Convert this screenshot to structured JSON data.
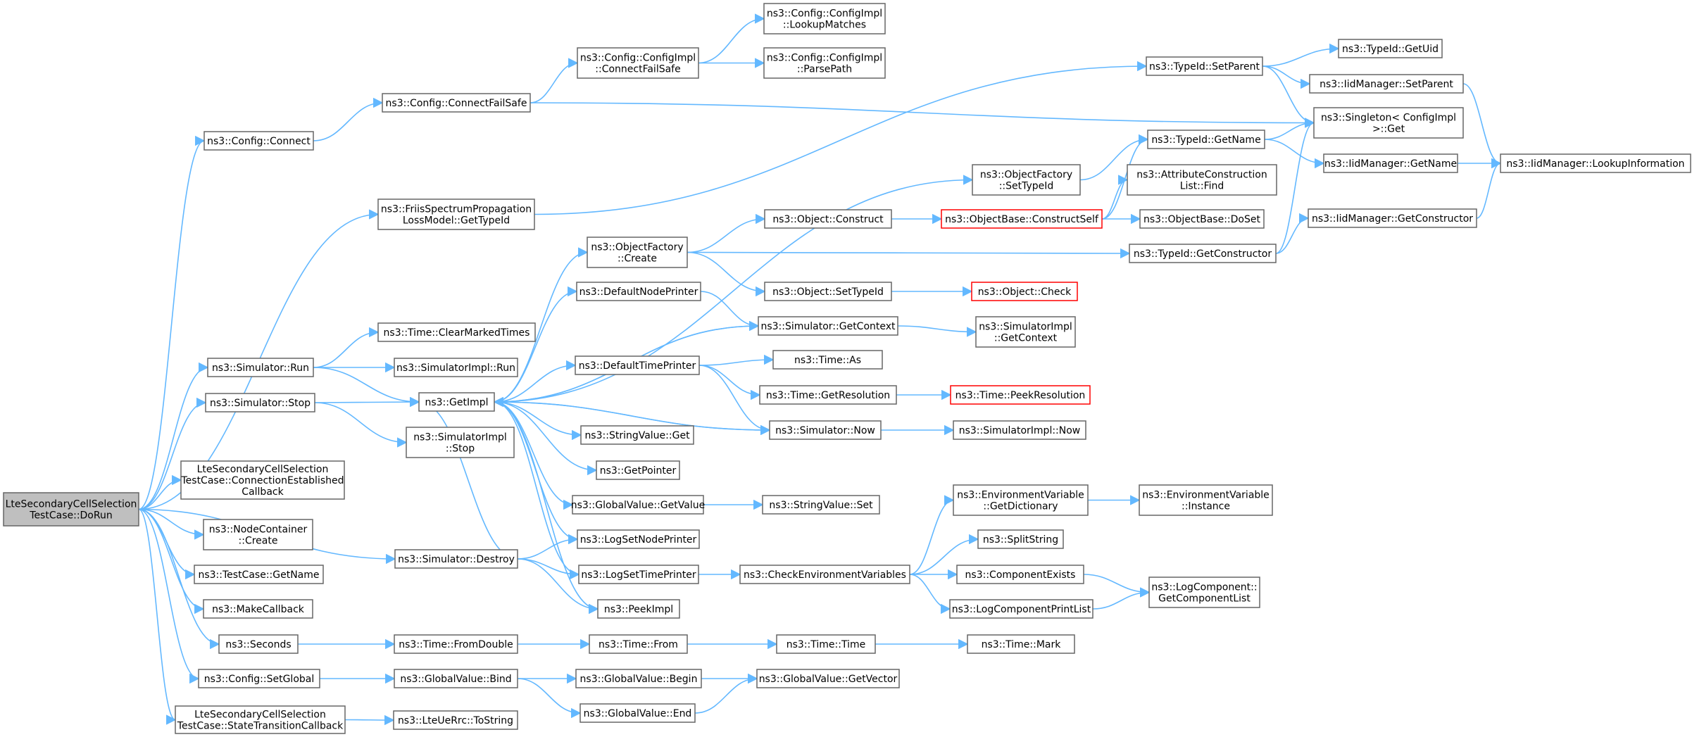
{
  "diagram": {
    "type": "call-graph",
    "colors": {
      "edge": "#63b8ff",
      "node_border": "#666666",
      "highlight_border": "#ff0000",
      "root_fill": "#bfbfbf"
    },
    "nodes": [
      {
        "id": "root",
        "lines": [
          "LteSecondaryCellSelection",
          "TestCase::DoRun"
        ],
        "style": "root"
      },
      {
        "id": "cfg_connect",
        "lines": [
          "ns3::Config::Connect"
        ]
      },
      {
        "id": "cfg_connectfailsafe",
        "lines": [
          "ns3::Config::ConnectFailSafe"
        ]
      },
      {
        "id": "impl_connectfailsafe",
        "lines": [
          "ns3::Config::ConfigImpl",
          "::ConnectFailSafe"
        ]
      },
      {
        "id": "impl_lookup",
        "lines": [
          "ns3::Config::ConfigImpl",
          "::LookupMatches"
        ]
      },
      {
        "id": "impl_parsepath",
        "lines": [
          "ns3::Config::ConfigImpl",
          "::ParsePath"
        ]
      },
      {
        "id": "friis",
        "lines": [
          "ns3::FriisSpectrumPropagation",
          "LossModel::GetTypeId"
        ]
      },
      {
        "id": "typeid_setparent",
        "lines": [
          "ns3::TypeId::SetParent"
        ]
      },
      {
        "id": "typeid_getuid",
        "lines": [
          "ns3::TypeId::GetUid"
        ]
      },
      {
        "id": "iid_setparent",
        "lines": [
          "ns3::IidManager::SetParent"
        ]
      },
      {
        "id": "singleton_get",
        "lines": [
          "ns3::Singleton< ConfigImpl",
          ">::Get"
        ]
      },
      {
        "id": "typeid_getname",
        "lines": [
          "ns3::TypeId::GetName"
        ]
      },
      {
        "id": "iid_getname",
        "lines": [
          "ns3::IidManager::GetName"
        ]
      },
      {
        "id": "iid_lookupinfo",
        "lines": [
          "ns3::IidManager::LookupInformation"
        ]
      },
      {
        "id": "objfactory_settypeid",
        "lines": [
          "ns3::ObjectFactory",
          "::SetTypeId"
        ]
      },
      {
        "id": "attr_construction_find",
        "lines": [
          "ns3::AttributeConstruction",
          "List::Find"
        ]
      },
      {
        "id": "object_construct",
        "lines": [
          "ns3::Object::Construct"
        ]
      },
      {
        "id": "objbase_constructself",
        "lines": [
          "ns3::ObjectBase::ConstructSelf"
        ],
        "style": "red"
      },
      {
        "id": "objbase_doset",
        "lines": [
          "ns3::ObjectBase::DoSet"
        ]
      },
      {
        "id": "iid_getconstructor",
        "lines": [
          "ns3::IidManager::GetConstructor"
        ]
      },
      {
        "id": "objfactory_create",
        "lines": [
          "ns3::ObjectFactory",
          "::Create"
        ]
      },
      {
        "id": "typeid_getconstructor",
        "lines": [
          "ns3::TypeId::GetConstructor"
        ]
      },
      {
        "id": "defaultnodeprinter",
        "lines": [
          "ns3::DefaultNodePrinter"
        ]
      },
      {
        "id": "object_settypeid",
        "lines": [
          "ns3::Object::SetTypeId"
        ]
      },
      {
        "id": "object_check",
        "lines": [
          "ns3::Object::Check"
        ],
        "style": "red"
      },
      {
        "id": "time_clearmarked",
        "lines": [
          "ns3::Time::ClearMarkedTimes"
        ]
      },
      {
        "id": "sim_getcontext",
        "lines": [
          "ns3::Simulator::GetContext"
        ]
      },
      {
        "id": "simimpl_getcontext",
        "lines": [
          "ns3::SimulatorImpl",
          "::GetContext"
        ]
      },
      {
        "id": "sim_run",
        "lines": [
          "ns3::Simulator::Run"
        ]
      },
      {
        "id": "simimpl_run",
        "lines": [
          "ns3::SimulatorImpl::Run"
        ]
      },
      {
        "id": "defaulttimeprinter",
        "lines": [
          "ns3::DefaultTimePrinter"
        ]
      },
      {
        "id": "time_as",
        "lines": [
          "ns3::Time::As"
        ]
      },
      {
        "id": "sim_stop",
        "lines": [
          "ns3::Simulator::Stop"
        ]
      },
      {
        "id": "getimpl",
        "lines": [
          "ns3::GetImpl"
        ]
      },
      {
        "id": "time_getresolution",
        "lines": [
          "ns3::Time::GetResolution"
        ]
      },
      {
        "id": "time_peekresolution",
        "lines": [
          "ns3::Time::PeekResolution"
        ],
        "style": "red"
      },
      {
        "id": "simimpl_stop",
        "lines": [
          "ns3::SimulatorImpl",
          "::Stop"
        ]
      },
      {
        "id": "sim_now",
        "lines": [
          "ns3::Simulator::Now"
        ]
      },
      {
        "id": "simimpl_now",
        "lines": [
          "ns3::SimulatorImpl::Now"
        ]
      },
      {
        "id": "stringvalue_get",
        "lines": [
          "ns3::StringValue::Get"
        ]
      },
      {
        "id": "getpointer",
        "lines": [
          "ns3::GetPointer"
        ]
      },
      {
        "id": "conn_established",
        "lines": [
          "LteSecondaryCellSelection",
          "TestCase::ConnectionEstablished",
          "Callback"
        ]
      },
      {
        "id": "envvar_getdict",
        "lines": [
          "ns3::EnvironmentVariable",
          "::GetDictionary"
        ]
      },
      {
        "id": "envvar_instance",
        "lines": [
          "ns3::EnvironmentVariable",
          "::Instance"
        ]
      },
      {
        "id": "globalvalue_getvalue",
        "lines": [
          "ns3::GlobalValue::GetValue"
        ]
      },
      {
        "id": "stringvalue_set",
        "lines": [
          "ns3::StringValue::Set"
        ]
      },
      {
        "id": "nodecontainer_create",
        "lines": [
          "ns3::NodeContainer",
          "::Create"
        ]
      },
      {
        "id": "splitstring",
        "lines": [
          "ns3::SplitString"
        ]
      },
      {
        "id": "logsetnodeprinter",
        "lines": [
          "ns3::LogSetNodePrinter"
        ]
      },
      {
        "id": "sim_destroy",
        "lines": [
          "ns3::Simulator::Destroy"
        ]
      },
      {
        "id": "testcase_getname",
        "lines": [
          "ns3::TestCase::GetName"
        ]
      },
      {
        "id": "logsettimeprinter",
        "lines": [
          "ns3::LogSetTimePrinter"
        ]
      },
      {
        "id": "checkenvvars",
        "lines": [
          "ns3::CheckEnvironmentVariables"
        ]
      },
      {
        "id": "componentexists",
        "lines": [
          "ns3::ComponentExists"
        ]
      },
      {
        "id": "logcomp_getlist",
        "lines": [
          "ns3::LogComponent::",
          "GetComponentList"
        ]
      },
      {
        "id": "makecallback",
        "lines": [
          "ns3::MakeCallback"
        ]
      },
      {
        "id": "peekimpl",
        "lines": [
          "ns3::PeekImpl"
        ]
      },
      {
        "id": "logcompprintlist",
        "lines": [
          "ns3::LogComponentPrintList"
        ]
      },
      {
        "id": "seconds",
        "lines": [
          "ns3::Seconds"
        ]
      },
      {
        "id": "time_fromdouble",
        "lines": [
          "ns3::Time::FromDouble"
        ]
      },
      {
        "id": "time_from",
        "lines": [
          "ns3::Time::From"
        ]
      },
      {
        "id": "time_time",
        "lines": [
          "ns3::Time::Time"
        ]
      },
      {
        "id": "time_mark",
        "lines": [
          "ns3::Time::Mark"
        ]
      },
      {
        "id": "cfg_setglobal",
        "lines": [
          "ns3::Config::SetGlobal"
        ]
      },
      {
        "id": "globalvalue_bind",
        "lines": [
          "ns3::GlobalValue::Bind"
        ]
      },
      {
        "id": "globalvalue_begin",
        "lines": [
          "ns3::GlobalValue::Begin"
        ]
      },
      {
        "id": "globalvalue_getvector",
        "lines": [
          "ns3::GlobalValue::GetVector"
        ]
      },
      {
        "id": "globalvalue_end",
        "lines": [
          "ns3::GlobalValue::End"
        ]
      },
      {
        "id": "statetransition",
        "lines": [
          "LteSecondaryCellSelection",
          "TestCase::StateTransitionCallback"
        ]
      },
      {
        "id": "lteuerrc_tostring",
        "lines": [
          "ns3::LteUeRrc::ToString"
        ]
      }
    ],
    "edges": [
      [
        "root",
        "cfg_connect"
      ],
      [
        "root",
        "friis"
      ],
      [
        "root",
        "sim_run"
      ],
      [
        "root",
        "sim_stop"
      ],
      [
        "root",
        "sim_destroy"
      ],
      [
        "root",
        "conn_established"
      ],
      [
        "root",
        "nodecontainer_create"
      ],
      [
        "root",
        "testcase_getname"
      ],
      [
        "root",
        "makecallback"
      ],
      [
        "root",
        "seconds"
      ],
      [
        "root",
        "cfg_setglobal"
      ],
      [
        "root",
        "statetransition"
      ],
      [
        "cfg_connect",
        "cfg_connectfailsafe"
      ],
      [
        "cfg_connectfailsafe",
        "impl_connectfailsafe"
      ],
      [
        "cfg_connectfailsafe",
        "singleton_get"
      ],
      [
        "impl_connectfailsafe",
        "impl_lookup"
      ],
      [
        "impl_connectfailsafe",
        "impl_parsepath"
      ],
      [
        "friis",
        "typeid_setparent"
      ],
      [
        "typeid_setparent",
        "typeid_getuid"
      ],
      [
        "typeid_setparent",
        "iid_setparent"
      ],
      [
        "typeid_setparent",
        "singleton_get"
      ],
      [
        "iid_setparent",
        "iid_lookupinfo"
      ],
      [
        "typeid_getname",
        "singleton_get"
      ],
      [
        "typeid_getname",
        "iid_getname"
      ],
      [
        "iid_getname",
        "iid_lookupinfo"
      ],
      [
        "objfactory_settypeid",
        "typeid_getname"
      ],
      [
        "objfactory_create",
        "object_construct"
      ],
      [
        "objfactory_create",
        "typeid_getconstructor"
      ],
      [
        "objfactory_create",
        "object_settypeid"
      ],
      [
        "object_construct",
        "objbase_constructself"
      ],
      [
        "objbase_constructself",
        "typeid_getname"
      ],
      [
        "objbase_constructself",
        "attr_construction_find"
      ],
      [
        "objbase_constructself",
        "objbase_doset"
      ],
      [
        "typeid_getconstructor",
        "iid_getconstructor"
      ],
      [
        "typeid_getconstructor",
        "singleton_get"
      ],
      [
        "iid_getconstructor",
        "iid_lookupinfo"
      ],
      [
        "object_settypeid",
        "object_check"
      ],
      [
        "sim_run",
        "time_clearmarked"
      ],
      [
        "sim_run",
        "simimpl_run"
      ],
      [
        "sim_run",
        "getimpl"
      ],
      [
        "sim_stop",
        "getimpl"
      ],
      [
        "sim_stop",
        "simimpl_stop"
      ],
      [
        "getimpl",
        "objfactory_settypeid"
      ],
      [
        "getimpl",
        "objfactory_create"
      ],
      [
        "getimpl",
        "defaultnodeprinter"
      ],
      [
        "getimpl",
        "sim_getcontext"
      ],
      [
        "getimpl",
        "defaulttimeprinter"
      ],
      [
        "getimpl",
        "sim_now"
      ],
      [
        "getimpl",
        "stringvalue_get"
      ],
      [
        "getimpl",
        "getpointer"
      ],
      [
        "getimpl",
        "globalvalue_getvalue"
      ],
      [
        "getimpl",
        "logsetnodeprinter"
      ],
      [
        "getimpl",
        "logsettimeprinter"
      ],
      [
        "getimpl",
        "peekimpl"
      ],
      [
        "defaultnodeprinter",
        "sim_getcontext"
      ],
      [
        "sim_getcontext",
        "getimpl"
      ],
      [
        "sim_getcontext",
        "simimpl_getcontext"
      ],
      [
        "defaulttimeprinter",
        "time_as"
      ],
      [
        "defaulttimeprinter",
        "time_getresolution"
      ],
      [
        "defaulttimeprinter",
        "sim_now"
      ],
      [
        "time_getresolution",
        "time_peekresolution"
      ],
      [
        "sim_now",
        "getimpl"
      ],
      [
        "sim_now",
        "simimpl_now"
      ],
      [
        "globalvalue_getvalue",
        "stringvalue_set"
      ],
      [
        "sim_destroy",
        "getimpl"
      ],
      [
        "sim_destroy",
        "logsetnodeprinter"
      ],
      [
        "sim_destroy",
        "logsettimeprinter"
      ],
      [
        "sim_destroy",
        "peekimpl"
      ],
      [
        "logsettimeprinter",
        "checkenvvars"
      ],
      [
        "checkenvvars",
        "envvar_getdict"
      ],
      [
        "checkenvvars",
        "splitstring"
      ],
      [
        "checkenvvars",
        "componentexists"
      ],
      [
        "checkenvvars",
        "logcompprintlist"
      ],
      [
        "envvar_getdict",
        "envvar_instance"
      ],
      [
        "componentexists",
        "logcomp_getlist"
      ],
      [
        "logcompprintlist",
        "logcomp_getlist"
      ],
      [
        "seconds",
        "time_fromdouble"
      ],
      [
        "time_fromdouble",
        "time_from"
      ],
      [
        "time_from",
        "time_time"
      ],
      [
        "time_time",
        "time_mark"
      ],
      [
        "cfg_setglobal",
        "globalvalue_bind"
      ],
      [
        "globalvalue_bind",
        "globalvalue_begin"
      ],
      [
        "globalvalue_bind",
        "globalvalue_end"
      ],
      [
        "globalvalue_begin",
        "globalvalue_getvector"
      ],
      [
        "globalvalue_end",
        "globalvalue_getvector"
      ],
      [
        "statetransition",
        "lteuerrc_tostring"
      ]
    ]
  }
}
